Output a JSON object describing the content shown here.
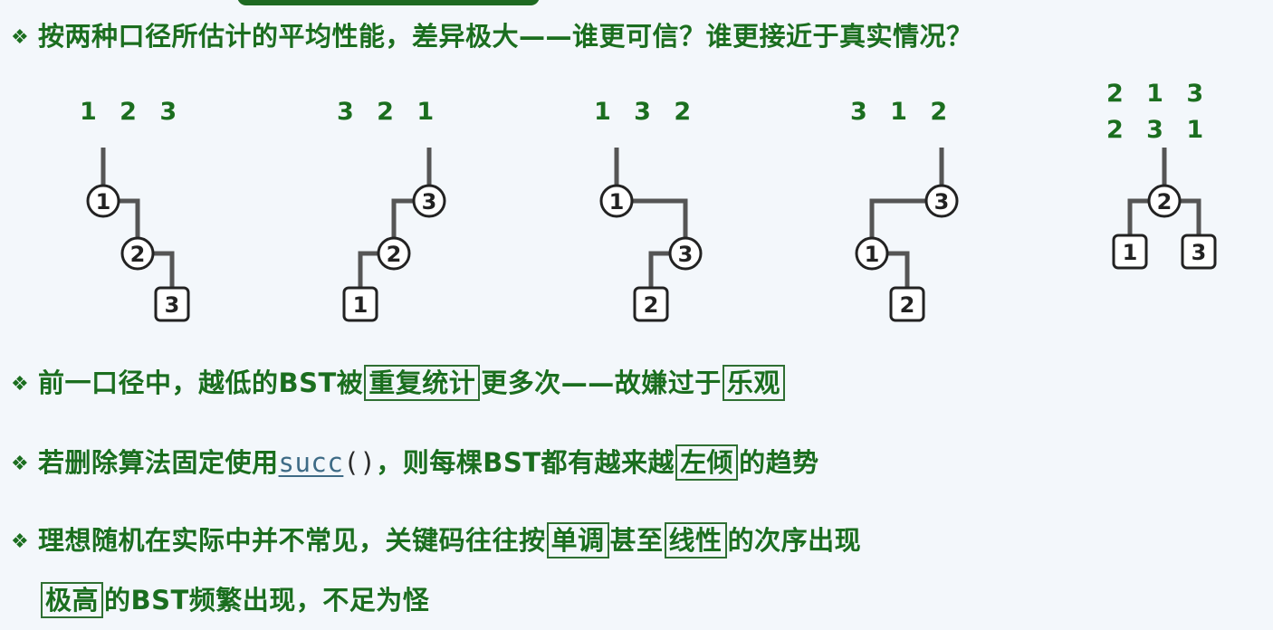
{
  "bullet_symbol": "❖",
  "heading": {
    "text": "按两种口径所估计的平均性能，差异极大——谁更可信？谁更接近于真实情况？"
  },
  "trees": [
    {
      "sequences": [
        "1 2 3"
      ],
      "nodes": [
        "1",
        "2",
        "3"
      ]
    },
    {
      "sequences": [
        "3 2 1"
      ],
      "nodes": [
        "3",
        "2",
        "1"
      ]
    },
    {
      "sequences": [
        "1 3 2"
      ],
      "nodes": [
        "1",
        "3",
        "2"
      ]
    },
    {
      "sequences": [
        "3 1 2"
      ],
      "nodes": [
        "3",
        "1",
        "2"
      ]
    },
    {
      "sequences": [
        "2 1 3",
        "2 3 1"
      ],
      "nodes": [
        "2",
        "1",
        "3"
      ]
    }
  ],
  "points": [
    {
      "before": "前一口径中，越低的BST被",
      "boxed1": "重复统计",
      "middle": "更多次——故嫌过于",
      "boxed2": "乐观"
    },
    {
      "before": "若删除算法固定使用",
      "code_name": "succ",
      "code_parens": "()",
      "middle": "，则每棵BST都有越来越",
      "boxed1": "左倾",
      "after": "的趋势"
    },
    {
      "before": "理想随机在实际中并不常见，关键码往往按",
      "boxed1": "单调",
      "middle": "甚至",
      "boxed2": "线性",
      "after": "的次序出现",
      "line2_boxed": "极高",
      "line2_after": "的BST频繁出现，不足为怪"
    }
  ],
  "colors": {
    "text_green": "#1b6e1f",
    "box_border": "#2f6f33",
    "tree_line": "#555555",
    "background": "#f3f7fb"
  }
}
